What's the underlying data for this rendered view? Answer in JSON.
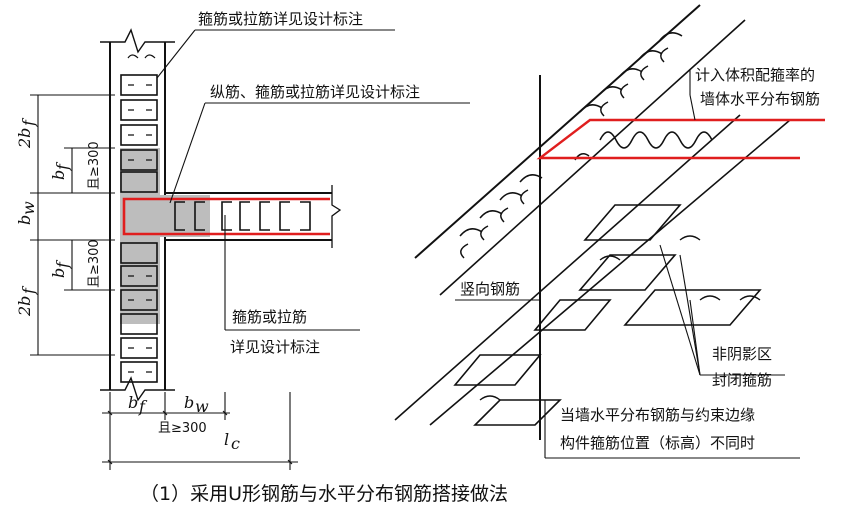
{
  "left_diagram": {
    "callout_top": "箍筋或拉筋详见设计标注",
    "callout_mid": "纵筋、箍筋或拉筋详见设计标注",
    "callout_bottom_line1": "箍筋或拉筋",
    "callout_bottom_line2": "详见设计标注",
    "dim_2bf": "2b",
    "dim_2bf_sub": "f",
    "dim_bf": "b",
    "dim_bf_sub": "f",
    "dim_bw": "b",
    "dim_bw_sub": "w",
    "dim_ge300": "且≥300",
    "dim_lc": "l",
    "dim_lc_sub": "c"
  },
  "right_diagram": {
    "label_volume_line1": "计入体积配箍率的",
    "label_volume_line2": "墙体水平分布钢筋",
    "label_vertical": "竖向钢筋",
    "label_nonshadow_line1": "非阴影区",
    "label_nonshadow_line2": "封闭箍筋",
    "label_note_line1": "当墙水平分布钢筋与约束边缘",
    "label_note_line2": "构件箍筋位置（标高）不同时"
  },
  "caption": "（1）采用U形钢筋与水平分布钢筋搭接做法",
  "colors": {
    "ink": "#111111",
    "red": "#e01e1e",
    "shade": "#bdbdbd"
  }
}
